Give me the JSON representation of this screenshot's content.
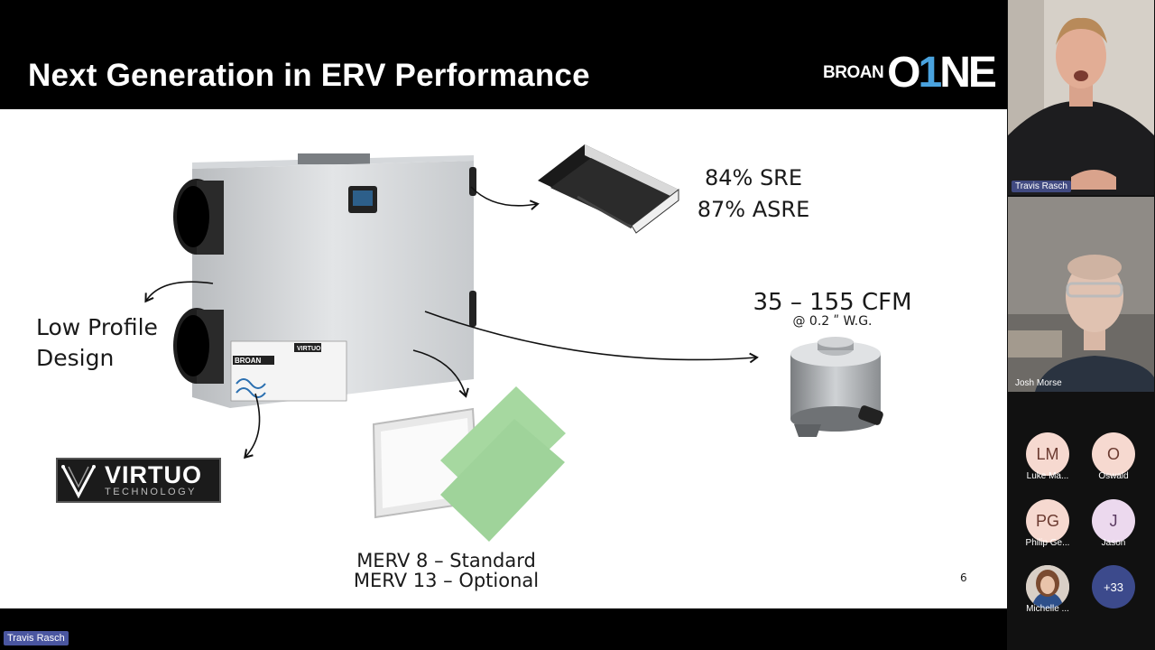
{
  "slide": {
    "title": "Next Generation in ERV Performance",
    "logo_brand": "BROAN",
    "logo_product_1": "O",
    "logo_product_2": "1",
    "logo_product_3": "NE",
    "labels": {
      "low_profile": "Low Profile Design",
      "sre": "84% SRE",
      "asre": "87% ASRE",
      "cfm": "35 – 155 CFM",
      "wg": "@ 0.2 ʺ W.G.",
      "merv8": "MERV 8 – Standard",
      "merv13": "MERV 13 – Optional"
    },
    "virtuo_name": "VIRTUO",
    "virtuo_sub": "TECHNOLOGY",
    "page_number": "6",
    "unit_label_brand": "BROAN",
    "unit_label_virtuo": "VIRTUO"
  },
  "participants": {
    "video": [
      {
        "name": "Travis Rasch"
      },
      {
        "name": "Josh Morse"
      }
    ],
    "avatars": [
      {
        "initials": "LM",
        "name": "Luke Ma...",
        "color": "#f6d9d0",
        "text_color": "#6b3a30"
      },
      {
        "initials": "O",
        "name": "Oswald",
        "color": "#f6d9d0",
        "text_color": "#6b3a30"
      },
      {
        "initials": "PG",
        "name": "Philip Ge...",
        "color": "#f6d9d0",
        "text_color": "#6b3a30"
      },
      {
        "initials": "J",
        "name": "Jason",
        "color": "#ecd9ee",
        "text_color": "#5a3a60"
      },
      {
        "initials": "",
        "name": "Michelle ...",
        "color": "#d9cfc6",
        "text_color": "#000"
      },
      {
        "initials": "+33",
        "name": "",
        "color": "#3c4a8c",
        "text_color": "#ffffff"
      }
    ]
  },
  "active_speaker": "Travis Rasch",
  "colors": {
    "accent_blue": "#4aa3df",
    "filter_green": "#a6d8a0",
    "name_tag": "#4a56a0"
  }
}
